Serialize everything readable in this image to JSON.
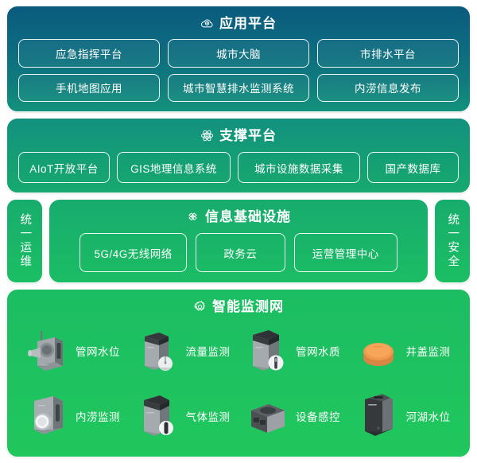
{
  "sections": {
    "application": {
      "title": "应用平台",
      "icon": "cloud-platform-icon",
      "items": [
        "应急指挥平台",
        "城市大脑",
        "市排水平台",
        "手机地图应用",
        "城市智慧排水监测系统",
        "内涝信息发布"
      ]
    },
    "support": {
      "title": "支撑平台",
      "icon": "atom-icon",
      "items": [
        "AIoT开放平台",
        "GIS地理信息系统",
        "城市设施数据采集",
        "国产数据库"
      ]
    },
    "infrastructure": {
      "title": "信息基础设施",
      "icon": "layers-diamond-icon",
      "items": [
        "5G/4G无线网络",
        "政务云",
        "运营管理中心"
      ]
    },
    "left_side": {
      "label": "统一运维"
    },
    "right_side": {
      "label": "统一安全"
    },
    "monitoring": {
      "title": "智能监测网",
      "icon": "gear-icon",
      "devices": [
        {
          "label": "管网水位",
          "art": "pipe-level-sensor"
        },
        {
          "label": "流量监测",
          "art": "flow-meter-sensor"
        },
        {
          "label": "管网水质",
          "art": "water-quality-sensor"
        },
        {
          "label": "井盖监测",
          "art": "manhole-cover-sensor"
        },
        {
          "label": "内涝监测",
          "art": "waterlogging-sensor"
        },
        {
          "label": "气体监测",
          "art": "gas-sensor"
        },
        {
          "label": "设备感控",
          "art": "device-control-box"
        },
        {
          "label": "河湖水位",
          "art": "river-level-sensor"
        }
      ]
    }
  },
  "colors": {
    "app_top": "#0a5b7d",
    "app_bottom": "#13927c",
    "support": "#17a96f",
    "infrastructure": "#1bbd64",
    "monitoring": "#20c75c",
    "accent_orange": "#f29a4a",
    "device_gray": "#9aa0a3",
    "device_dark": "#2f3336",
    "text": "#ffffff"
  }
}
